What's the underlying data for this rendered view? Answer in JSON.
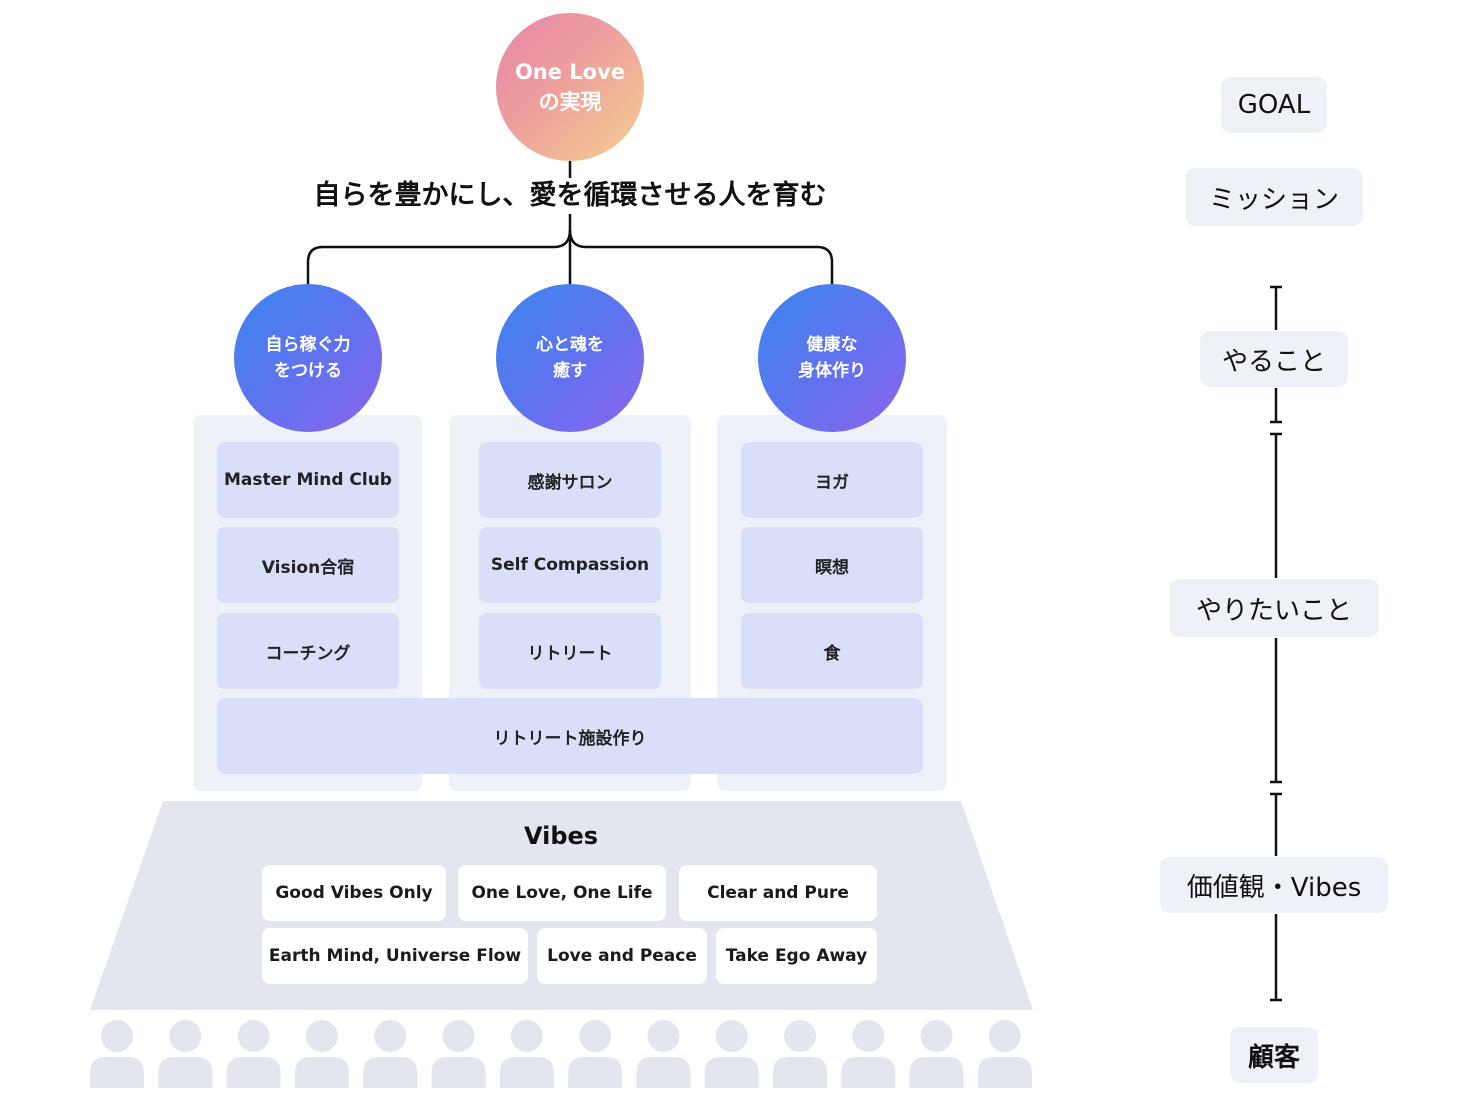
{
  "goal": {
    "line1": "One Love",
    "line2": "の実現"
  },
  "mission": "自らを豊かにし、愛を循環させる人を育む",
  "pillars": [
    {
      "line1": "自ら稼ぐ力",
      "line2": "をつける",
      "items": [
        "Master Mind Club",
        "Vision合宿",
        "コーチング"
      ]
    },
    {
      "line1": "心と魂を",
      "line2": "癒す",
      "items": [
        "感謝サロン",
        "Self Compassion",
        "リトリート"
      ]
    },
    {
      "line1": "健康な",
      "line2": "身体作り",
      "items": [
        "ヨガ",
        "瞑想",
        "食"
      ]
    }
  ],
  "shared_item": "リトリート施設作り",
  "vibes": {
    "title": "Vibes",
    "row1": [
      "Good Vibes Only",
      "One Love, One Life",
      "Clear and Pure"
    ],
    "row2": [
      "Earth Mind, Universe Flow",
      "Love and Peace",
      "Take Ego Away"
    ]
  },
  "side_labels": [
    "GOAL",
    "ミッション",
    "やること",
    "やりたいこと",
    "価値観・Vibes",
    "顧客"
  ],
  "colors": {
    "goal_gradient": [
      "#e487a8",
      "#f4d090"
    ],
    "pillar_gradient": [
      "#3a86ee",
      "#8e63ee"
    ],
    "item_bg": "#dadff9",
    "column_bg": "#eff1f9",
    "vibes_bg": "#e3e6ef",
    "customer_icon": "#e3e6ef",
    "label_bg": "#eef1f8"
  },
  "icons": {
    "customer": "person-icon"
  }
}
